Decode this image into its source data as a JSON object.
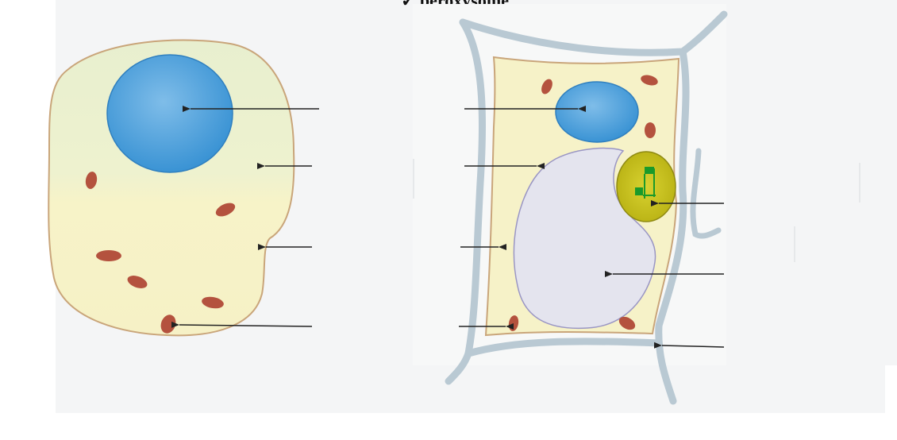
{
  "header": {
    "partial_text": "✓  peroxysome"
  },
  "colors": {
    "cytoplasm": "#f6f2c8",
    "cytoplasm_green_tint": "#eaf0cf",
    "membrane": "#c9a57a",
    "nucleus": "#3f9ad8",
    "nucleus_light": "#8cc6ee",
    "mitochondria": "#b4523e",
    "cell_wall": "#b9c9d3",
    "vacuole": "#e3e3ee",
    "vacuole_border": "#9a96c4",
    "chloroplast": "#c4bf1a",
    "chloroplast_border": "#8f8a12",
    "thylakoid": "#1a9a2a",
    "arrow": "#222222"
  },
  "icons": {
    "animal_cell": "animal-cell-illustration",
    "plant_cell": "plant-cell-illustration"
  }
}
